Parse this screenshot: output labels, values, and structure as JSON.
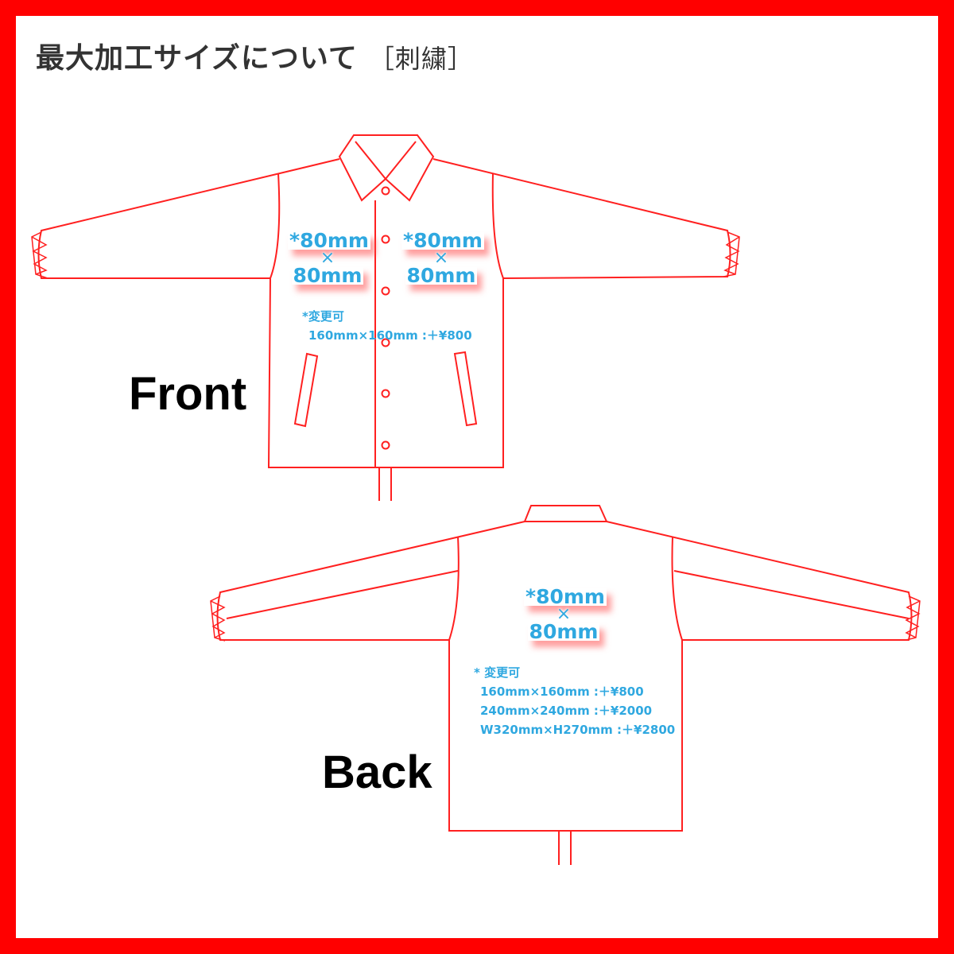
{
  "title": {
    "main": "最大加工サイズについて",
    "sub": "［刺繍］"
  },
  "front": {
    "label": "Front",
    "left_area": {
      "w": "*80mm",
      "x": "×",
      "h": "80mm"
    },
    "right_area": {
      "w": "*80mm",
      "x": "×",
      "h": "80mm"
    },
    "note": {
      "heading": "*変更可",
      "options": [
        "160mm×160mm :＋¥800"
      ]
    }
  },
  "back": {
    "label": "Back",
    "area": {
      "w": "*80mm",
      "x": "×",
      "h": "80mm"
    },
    "note": {
      "heading": "* 変更可",
      "options": [
        "160mm×160mm :＋¥800",
        "240mm×240mm :＋¥2000",
        "W320mm×H270mm :＋¥2800"
      ]
    }
  },
  "colors": {
    "border": "#ff0000",
    "outline": "#ff2020",
    "accent": "#2fa8e0"
  }
}
